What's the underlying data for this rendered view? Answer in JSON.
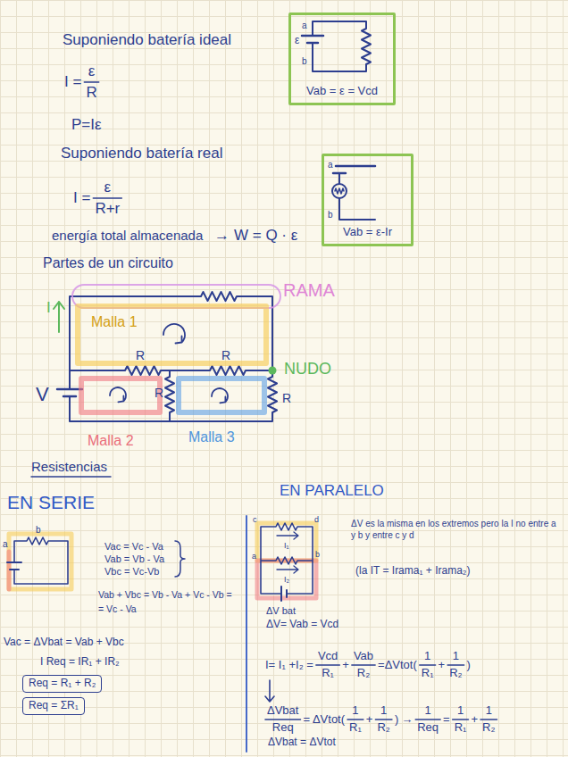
{
  "diagram": {
    "nodes": [
      {
        "text": [
          "a",
          "ε",
          "b",
          "Vab = ε = Vcd"
        ]
      },
      {
        "text": [
          "a",
          "b",
          "Vab = ε-Ir"
        ]
      },
      {
        "text": [
          "RAMA"
        ]
      },
      {
        "text": [
          "Malla 1"
        ]
      },
      {
        "text": [
          "Malla 2"
        ]
      },
      {
        "text": [
          "Malla 3"
        ]
      },
      {
        "text": [
          "Req = R₁ + R₂"
        ]
      },
      {
        "text": [
          "Req = ΣR₁"
        ]
      }
    ],
    "labels": [
      "Suponiendo batería ideal",
      "I =",
      "ε",
      "R",
      "P=Iε",
      "Suponiendo batería real",
      "I =",
      "ε",
      "R+r",
      "energía total almacenada",
      "→",
      "W = Q · ε",
      "Partes de un circuito",
      "I",
      "V",
      "R",
      "R",
      "R",
      "R",
      "NUDO",
      "Resistencias",
      "EN SERIE",
      "EN PARALELO",
      "a",
      "b",
      "Vac = Vc - Va",
      "Vab = Vb - Va",
      "Vbc = Vc-Vb",
      "Vab + Vbc = Vb - Va + Vc - Vb =",
      "= Vc - Va",
      "Vac = ΔVbat = Vab + Vbc",
      "I Req = IR₁ + IR₂",
      "c",
      "d",
      "a",
      "b",
      "I₁",
      "I₂",
      "ΔV es la misma en los extremos pero la I no entre a y b y entre c y d",
      "(la IT = Irama₁ + Irama₂)",
      "ΔV bat",
      "ΔV= Vab = Vcd",
      "I= I₁ +I₂ =",
      "Vcd",
      "R₁",
      "+",
      "Vab",
      "R₂",
      "=ΔVtot(",
      "1",
      "R₁",
      "+",
      "1",
      "R₂",
      ")",
      "ΔVbat",
      "Req",
      "= ΔVtot(",
      "1",
      "R₁",
      "+",
      "1",
      "R₂",
      ")",
      "→",
      "1",
      "Req",
      "=",
      "1",
      "R₁",
      "+",
      "1",
      "R₂",
      "ΔVbat = ΔVtot"
    ]
  }
}
